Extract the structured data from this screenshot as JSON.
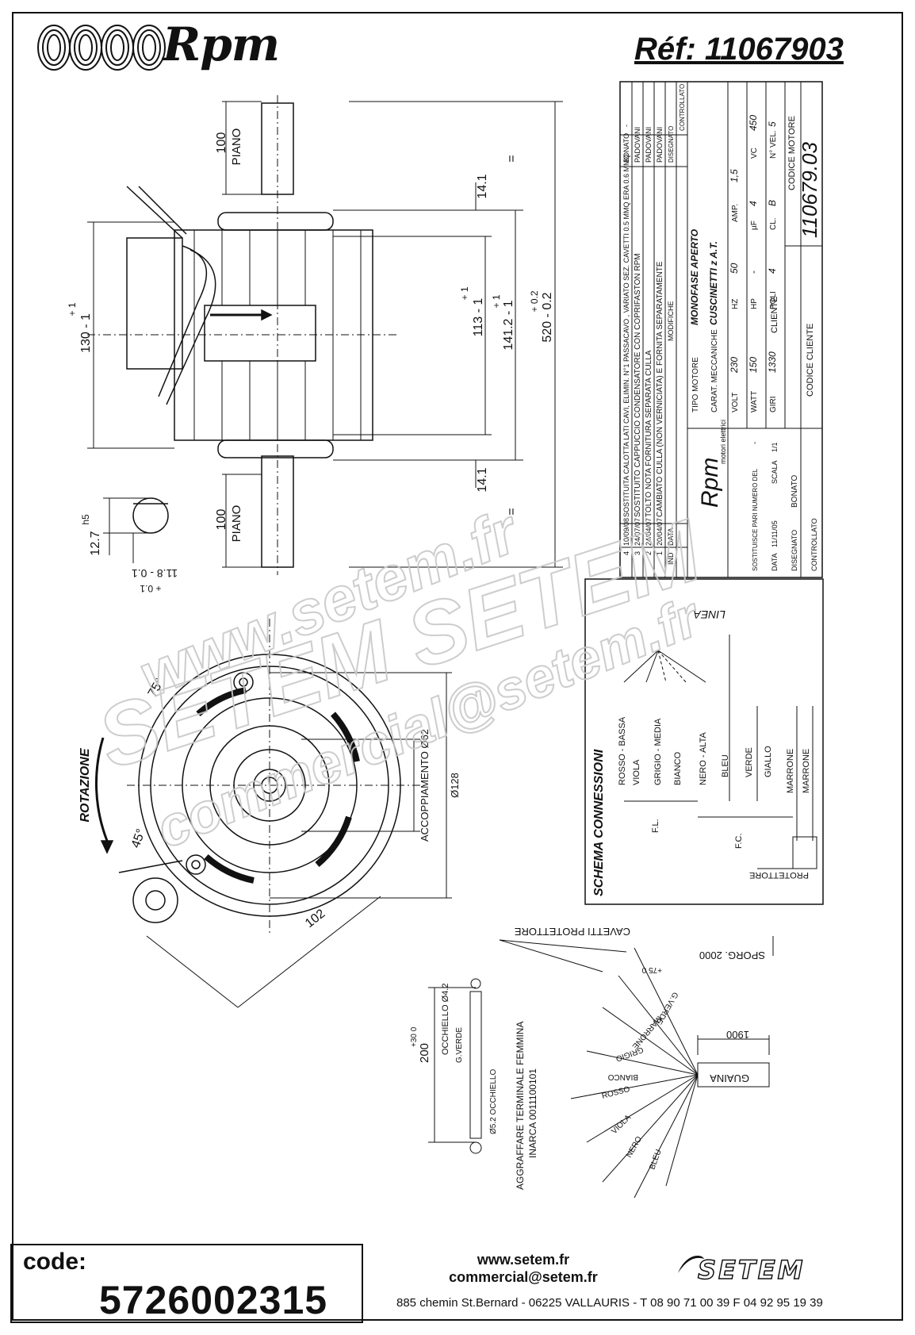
{
  "header": {
    "brand": "Rpm",
    "reference": "Réf: 11067903"
  },
  "side_view": {
    "dims": {
      "shaft_top_len": "100",
      "shaft_top_note": "PIANO",
      "shaft_bottom_len": "100",
      "shaft_bottom_note": "PIANO",
      "height_130": "130 - 1",
      "height_130_tol": "+ 1",
      "width_113": "113 - 1",
      "width_113_tol": "+ 1",
      "width_141": "141.2 - 1",
      "width_141_tol": "+ 1",
      "total_520": "520 - 0.2",
      "total_520_tol": "+ 0.2",
      "gap_top": "14.1",
      "gap_bottom": "14.1",
      "eq_top": "=",
      "eq_bottom": "=",
      "shaft_dia": "12.7",
      "shaft_tol": "h5",
      "flat_dim": "11.8 - 0.1",
      "flat_tol": "+ 0.1"
    }
  },
  "title_block": {
    "revisions": [
      {
        "ind": "4",
        "date": "10/09/08",
        "note": "SOSTITUITA CALOTTA LATI CAVI, ELIMIN. N°1 PASSACAVO , VARIATO SEZ. CAVETTI 0.5 MMQ ERA 0.6 MMQ",
        "drawn": "BONATO"
      },
      {
        "ind": "3",
        "date": "24/07/07",
        "note": "SOSTITUITO CAPPUCCIO CONDENSATORE CON COPRIFASTON RPM",
        "drawn": "PADOVANI"
      },
      {
        "ind": "2",
        "date": "24/04/07",
        "note": "TOLTO NOTA FORNITURA SEPARATA CULLA",
        "drawn": "PADOVANI"
      },
      {
        "ind": "1",
        "date": "20/04/07",
        "note": "CAMBIATO CULLA (NON VERNICIATA) E FORNITA SEPARATAMENTE",
        "drawn": "PADOVANI"
      }
    ],
    "rev_headers": {
      "ind": "IND",
      "date": "DATA",
      "note": "MODIFICHE",
      "drawn": "DISEGNATO",
      "checked": "CONTROLLATO"
    },
    "top_dash": "-",
    "motor_type_label": "TIPO MOTORE",
    "motor_type": "MONOFASE APERTO",
    "mech_label": "CARAT. MECCANICHE",
    "mech_value": "CUSCINETTI z A.T.",
    "volt_label": "VOLT",
    "volt": "230",
    "hz_label": "HZ",
    "hz": "50",
    "amp_label": "AMP.",
    "amp": "1,5",
    "watt_label": "WATT",
    "watt": "150",
    "hp_label": "HP",
    "hp": "-",
    "uf_label": "µF",
    "uf": "4",
    "vc_label": "VC",
    "vc": "450",
    "giri_label": "GIRI",
    "giri": "1330",
    "poli_label": "POLI",
    "poli": "4",
    "cl_label": "CL.",
    "cl": "B",
    "vel_label": "N° VEL.",
    "vel": "5",
    "cliente_label": "CLIENTE",
    "codice_cliente_label": "CODICE CLIENTE",
    "codice_motore_label": "CODICE MOTORE",
    "codice_motore": "110679.03",
    "company": "Rpm",
    "company_sub": "motori elettrici",
    "sostituisce": "SOSTITUISCE PARI NUMERO DEL",
    "sostituisce_val": "-",
    "data_label": "DATA",
    "data": "11/11/05",
    "scala_label": "SCALA",
    "scala": "1/1",
    "disegnato_label": "DISEGNATO",
    "disegnato": "BONATO",
    "controllato_label": "CONTROLLATO"
  },
  "schema": {
    "title": "SCHEMA CONNESSIONI",
    "linea": "LINEA",
    "wires": [
      "ROSSO - BASSA",
      "VIOLA",
      "GRIGIO - MEDIA",
      "BIANCO",
      "NERO - ALTA",
      "BLEU",
      "VERDE",
      "GIALLO",
      "MARRONE",
      "MARRONE"
    ],
    "fl": "F.L.",
    "fc": "F.C.",
    "protettore": "PROTETTORE"
  },
  "front_view": {
    "rotazione": "ROTAZIONE",
    "angle_top": "75°",
    "angle_bottom": "45°",
    "accoppiamento": "ACCOPPIAMENTO Ø62",
    "dia_128": "Ø128",
    "dim_102": "102"
  },
  "cable_view": {
    "cavetti": "CAVETTI PROTETTORE",
    "sporg": "SPORG. 2000",
    "sporg_tol": "+75 0",
    "dim_1900": "1900",
    "guaina": "GUAINA",
    "leads": [
      "G.VERDE",
      "MARRONE",
      "GRIGIO",
      "BIANCO",
      "ROSSO",
      "VIOLA",
      "NERO",
      "BLEU"
    ],
    "aggraffare": "AGGRAFFARE TERMINALE FEMMINA",
    "inarca": "INARCA 0011100101",
    "len_200": "200",
    "len_200_tol": "+30 0",
    "occhiello": "OCCHIELLO Ø4.2",
    "occhiello2": "Ø5.2 OCCHIELLO",
    "gverde": "G.VERDE"
  },
  "watermark": {
    "line1": "www.setem.fr",
    "line2": "SETEM SETEM",
    "line3": "commercial@setem.fr"
  },
  "footer": {
    "code_label": "code:",
    "code_value": "5726002315",
    "web": "www.setem.fr",
    "email": "commercial@setem.fr",
    "address": "885 chemin St.Bernard  -  06225 VALLAURIS  -  T 08 90 71 00 39   F 04 92 95 19 39",
    "logo": "SETEM"
  }
}
